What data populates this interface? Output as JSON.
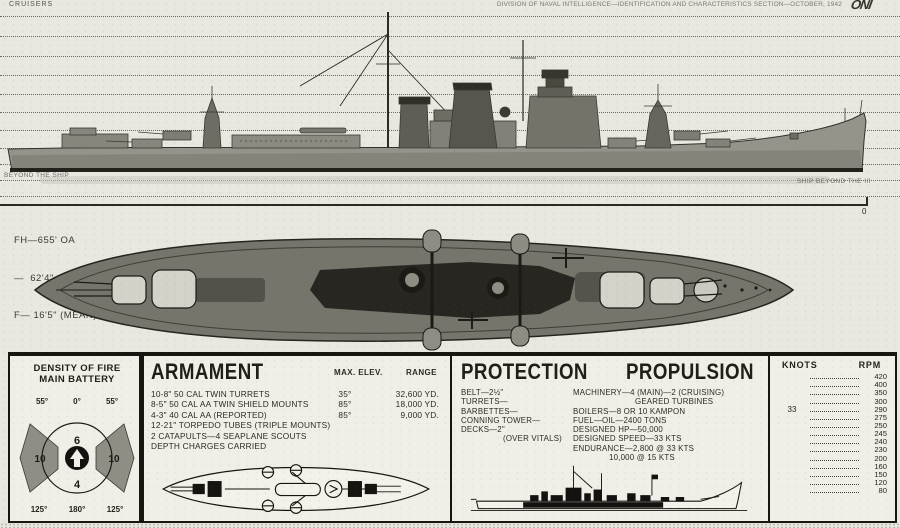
{
  "colors": {
    "paper": "#e8e7e0",
    "panel_paper": "#f0efe7",
    "ink": "#24221d",
    "faint_ink": "#7c796e",
    "hull_gray": "#8f8f86",
    "plan_gray": "#75756c"
  },
  "header": {
    "left_label": "CRUISERS",
    "right_label": "DIVISION OF NAVAL INTELLIGENCE—IDENTIFICATION AND CHARACTERISTICS SECTION—OCTOBER, 1942",
    "logo": "ONI"
  },
  "profile": {
    "left_waterline_label": "BEYOND THE SHIP",
    "right_waterline_label": "SHIP BEYOND THE III",
    "baseline_mark": "0"
  },
  "dimensions": {
    "length": "FH—655' OA",
    "beam": "—  62'4\"",
    "draft": "F— 16'5\" (MEAN)"
  },
  "density_of_fire": {
    "title_line1": "DENSITY OF FIRE",
    "title_line2": "MAIN BATTERY",
    "top_angles": [
      "55°",
      "0°",
      "55°"
    ],
    "bottom_angles": [
      "125°",
      "180°",
      "125°"
    ],
    "sectors": {
      "ahead": "6",
      "port": "10",
      "starboard": "10",
      "astern": "4"
    }
  },
  "armament": {
    "title": "ARMAMENT",
    "col_max_elev": "MAX. ELEV.",
    "col_range": "RANGE",
    "rows": [
      {
        "gun": "10-8\" 50 CAL TWIN TURRETS",
        "elev": "35°",
        "range": "32,600 YD."
      },
      {
        "gun": "8-5\" 50 CAL AA TWIN SHIELD MOUNTS",
        "elev": "85°",
        "range": "18,000 YD."
      },
      {
        "gun": "4-3\" 40 CAL AA (REPORTED)",
        "elev": "85°",
        "range": "9,000 YD."
      }
    ],
    "notes": [
      "12-21\" TORPEDO TUBES (TRIPLE MOUNTS)",
      "2 CATAPULTS—4 SEAPLANE SCOUTS",
      "DEPTH CHARGES CARRIED"
    ]
  },
  "protection": {
    "title": "PROTECTION",
    "lines": [
      "BELT—2½\"",
      "TURRETS—",
      "BARBETTES—",
      "CONNING TOWER—",
      "DECKS—2\"",
      "(OVER VITALS)"
    ]
  },
  "propulsion": {
    "title": "PROPULSION",
    "lines": [
      "MACHINERY—4 (MAIN)—2 (CRUISING)",
      "GEARED TURBINES",
      "BOILERS—8 OR 10 KAMPON",
      "FUEL—OIL—2400 TONS",
      "DESIGNED HP—50,000",
      "DESIGNED SPEED—33 KTS",
      "ENDURANCE—2,800 @ 33 KTS",
      "10,000 @ 15 KTS"
    ]
  },
  "rpm_table": {
    "knots_header": "KNOTS",
    "rpm_header": "RPM",
    "rows": [
      {
        "knots": "",
        "rpm": "420"
      },
      {
        "knots": "",
        "rpm": "400"
      },
      {
        "knots": "",
        "rpm": "350"
      },
      {
        "knots": "",
        "rpm": "300"
      },
      {
        "knots": "33",
        "rpm": "290"
      },
      {
        "knots": "",
        "rpm": "275"
      },
      {
        "knots": "",
        "rpm": "250"
      },
      {
        "knots": "",
        "rpm": "245"
      },
      {
        "knots": "",
        "rpm": "240"
      },
      {
        "knots": "",
        "rpm": "230"
      },
      {
        "knots": "",
        "rpm": "200"
      },
      {
        "knots": "",
        "rpm": "160"
      },
      {
        "knots": "",
        "rpm": "150"
      },
      {
        "knots": "",
        "rpm": "120"
      },
      {
        "knots": "",
        "rpm": "80"
      }
    ]
  }
}
